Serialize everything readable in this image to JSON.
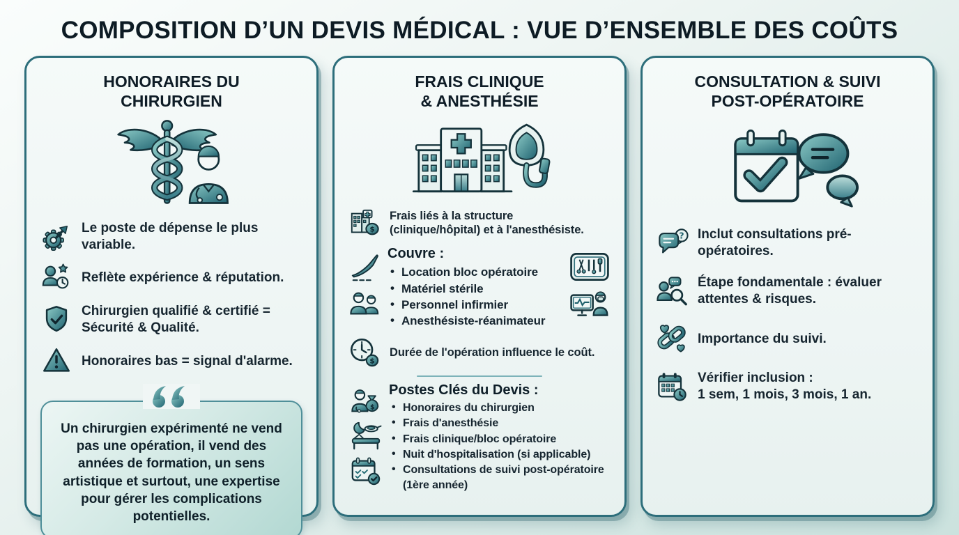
{
  "page": {
    "title": "COMPOSITION D’UN DEVIS MÉDICAL : VUE D’ENSEMBLE DES COÛTS"
  },
  "colors": {
    "accent_teal": "#2d6e7b",
    "icon_teal_dark": "#1f6270",
    "icon_teal_light": "#8ccac6",
    "ink": "#0d1b24",
    "card_bg": "#eef5f4",
    "quote_border": "#4f8f99"
  },
  "cards": {
    "surgeon": {
      "title_line1": "HONORAIRES DU",
      "title_line2": "CHIRURGIEN",
      "hero_icon": "caduceus-and-surgeon",
      "items": [
        {
          "icon": "gear-arrow-icon",
          "text": "Le poste de dépense le plus variable."
        },
        {
          "icon": "person-star-clock-icon",
          "text": "Reflète expérience & réputation."
        },
        {
          "icon": "shield-check-icon",
          "text": "Chirurgien qualifié & certifié = Sécurité & Qualité."
        },
        {
          "icon": "warning-triangle-icon",
          "text": "Honoraires bas = signal d'alarme."
        }
      ],
      "quote_icon": "double-quote-icon",
      "quote": "Un chirurgien expérimenté ne vend pas une opération, il vend des années de formation, un sens artistique et surtout, une expertise pour gérer les complications potentielles."
    },
    "clinic": {
      "title_line1": "FRAIS CLINIQUE",
      "title_line2": "& ANESTHÉSIE",
      "hero_icon": "hospital-and-anesthesia-mask",
      "lead": {
        "icon": "hospital-coin-icon",
        "line1": "Frais liés à la structure",
        "line2": "(clinique/hôpital) et à l'anesthésiste."
      },
      "covers_heading": "Couvre :",
      "covers_icons_left": [
        "scalpel-icon",
        "nurses-icon"
      ],
      "covers_icons_right": [
        "surgical-tools-icon",
        "monitor-doctor-icon"
      ],
      "covers": [
        "Location bloc opératoire",
        "Matériel stérile",
        "Personnel infirmier",
        "Anesthésiste-réanimateur"
      ],
      "duration": {
        "icon": "clock-coin-icon",
        "text": "Durée de l'opération influence le coût."
      },
      "key_heading": "Postes Clés du Devis :",
      "key_icons": [
        "surgeon-moneybag-icon",
        "bed-moon-icon",
        "calendar-check-icon"
      ],
      "key_items": [
        "Honoraires du chirurgien",
        "Frais d'anesthésie",
        "Frais clinique/bloc opératoire",
        "Nuit d'hospitalisation (si applicable)",
        "Consultations de suivi post-opératoire (1ère année)"
      ]
    },
    "followup": {
      "title_line1": "CONSULTATION & SUIVI",
      "title_line2": "POST-OPÉRATOIRE",
      "hero_icon": "calendar-and-chat",
      "items": [
        {
          "icon": "chat-question-icon",
          "text": "Inclut consultations pré-opératoires."
        },
        {
          "icon": "person-magnifier-icon",
          "text": "Étape fondamentale : évaluer attentes & risques."
        },
        {
          "icon": "chain-hearts-icon",
          "text": "Importance du suivi."
        },
        {
          "icon": "calendar-clock-icon",
          "text": "Vérifier inclusion :",
          "text2": "1 sem, 1 mois, 3 mois, 1 an."
        }
      ]
    }
  }
}
